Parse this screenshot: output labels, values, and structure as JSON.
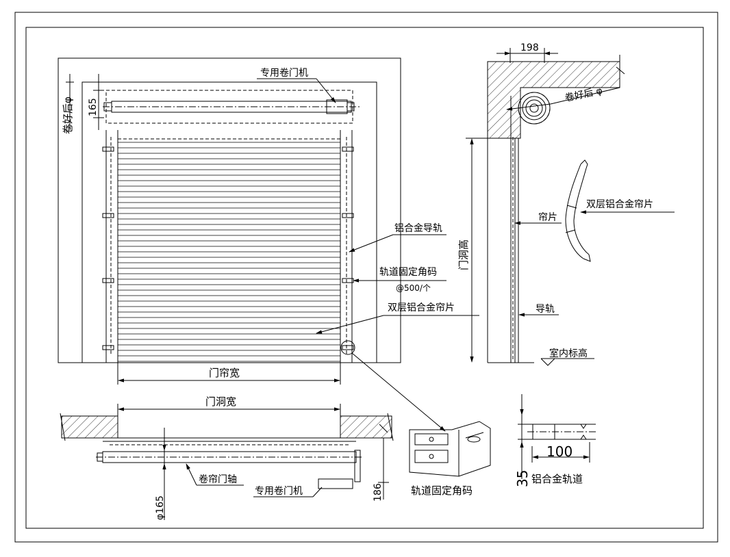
{
  "front_view": {
    "roller_motor_label": "专用卷门机",
    "dim_roll_diameter": "卷好后φ",
    "dim_box_height": "165",
    "guide_rail_label": "铝合金导轨",
    "bracket_label": "轨道固定角码",
    "bracket_spacing": "@500/个",
    "slat_label": "双层铝合金帘片",
    "curtain_width_label": "门帘宽"
  },
  "side_view": {
    "dim_top": "198",
    "roll_label": "卷好后 φ",
    "opening_height_label": "门洞高",
    "slat_label": "帘片",
    "guide_label": "导轨",
    "floor_label": "室内标高"
  },
  "slat_detail": {
    "label": "双层铝合金帘片"
  },
  "plan_view": {
    "opening_width_label": "门洞宽",
    "shaft_label": "卷帘门轴",
    "motor_label": "专用卷门机",
    "dim_shaft": "φ165",
    "dim_side": "186"
  },
  "bracket_detail": {
    "label": "轨道固定角码"
  },
  "rail_detail": {
    "label": "铝合金轨道",
    "dim_width": "100",
    "dim_height": "35"
  }
}
